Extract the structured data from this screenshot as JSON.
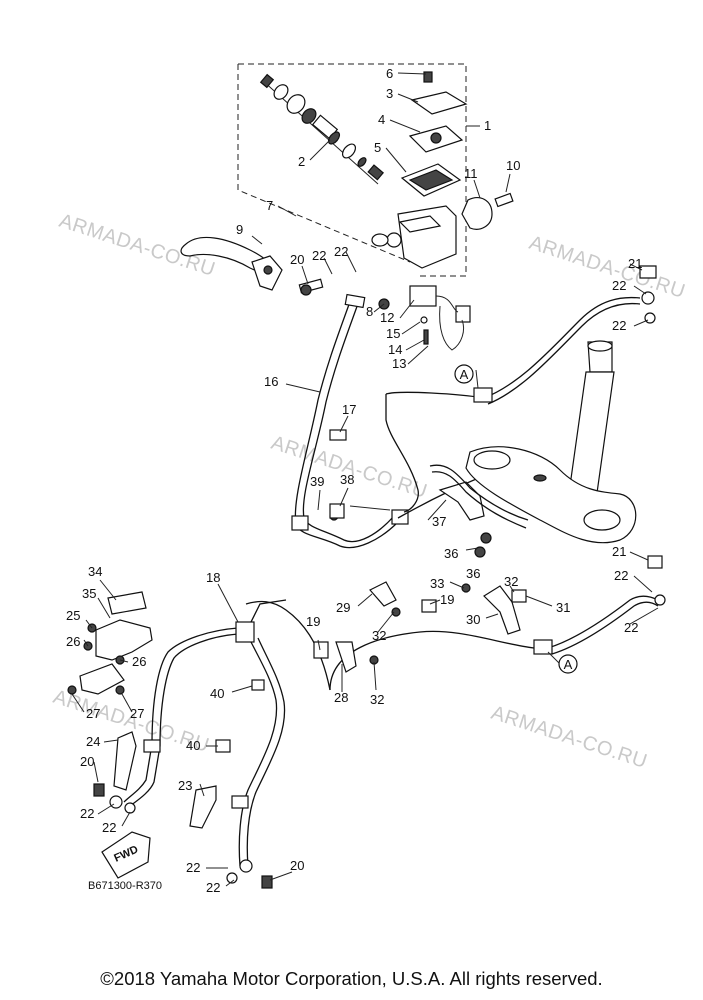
{
  "watermark": "ARMADA-CO.RU",
  "diagram_code": "B671300-R370",
  "fwd_label": "FWD",
  "ref_label_a": "A",
  "copyright": "©2018 Yamaha Motor Corporation, U.S.A. All rights reserved.",
  "callouts": {
    "n1": "1",
    "n2": "2",
    "n3": "3",
    "n4": "4",
    "n5": "5",
    "n6": "6",
    "n7": "7",
    "n8": "8",
    "n9": "9",
    "n10": "10",
    "n11": "11",
    "n12": "12",
    "n13": "13",
    "n14": "14",
    "n15": "15",
    "n16": "16",
    "n17": "17",
    "n18": "18",
    "n19": "19",
    "n20": "20",
    "n21": "21",
    "n22": "22",
    "n23": "23",
    "n24": "24",
    "n25": "25",
    "n26": "26",
    "n27": "27",
    "n28": "28",
    "n29": "29",
    "n30": "30",
    "n31": "31",
    "n32": "32",
    "n33": "33",
    "n34": "34",
    "n35": "35",
    "n36": "36",
    "n37": "37",
    "n38": "38",
    "n39": "39",
    "n40": "40"
  }
}
